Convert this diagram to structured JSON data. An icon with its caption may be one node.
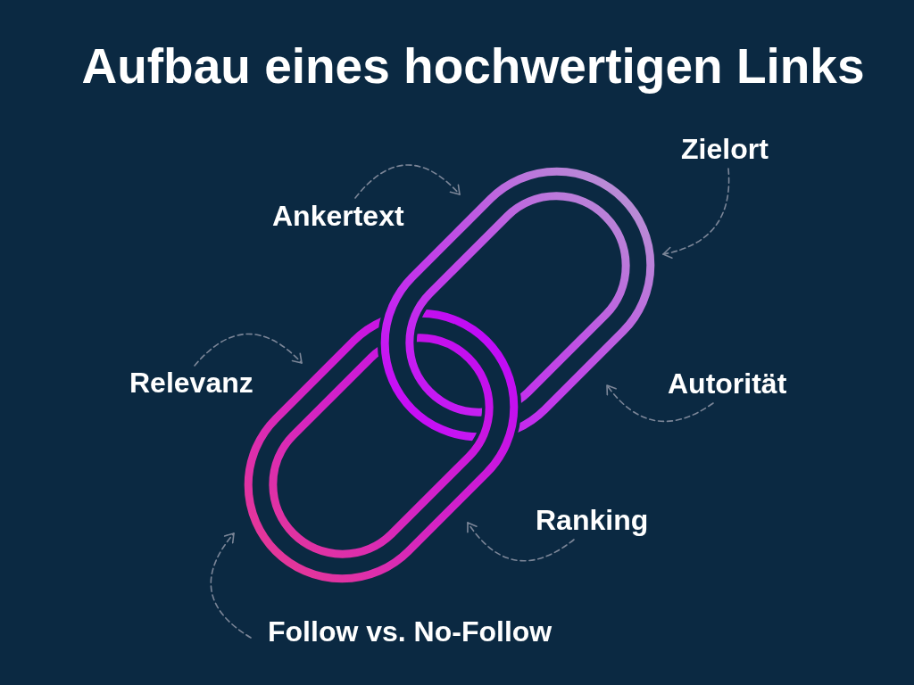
{
  "diagram": {
    "title": "Aufbau eines hochwertigen Links",
    "nodes": [
      {
        "text": [
          "Zielort"
        ]
      },
      {
        "text": [
          "Ankertext"
        ]
      },
      {
        "text": [
          "Relevanz"
        ]
      },
      {
        "text": [
          "Autorität"
        ]
      },
      {
        "text": [
          "Ranking"
        ]
      },
      {
        "text": [
          "Follow vs. No-Follow"
        ]
      },
      {
        "text": [],
        "shape": "picture"
      },
      {
        "text": [],
        "shape": "picture"
      }
    ],
    "edges": [
      {
        "from": 0,
        "to": 6,
        "arrow": "to",
        "style": "dashed"
      },
      {
        "from": 1,
        "to": 6,
        "arrow": "to",
        "style": "dashed"
      },
      {
        "from": 2,
        "to": 7,
        "arrow": "to",
        "style": "dashed"
      },
      {
        "from": 3,
        "to": 6,
        "arrow": "to",
        "style": "dashed"
      },
      {
        "from": 4,
        "to": 7,
        "arrow": "to",
        "style": "dashed"
      },
      {
        "from": 5,
        "to": 7,
        "arrow": "to",
        "style": "dashed"
      }
    ]
  }
}
